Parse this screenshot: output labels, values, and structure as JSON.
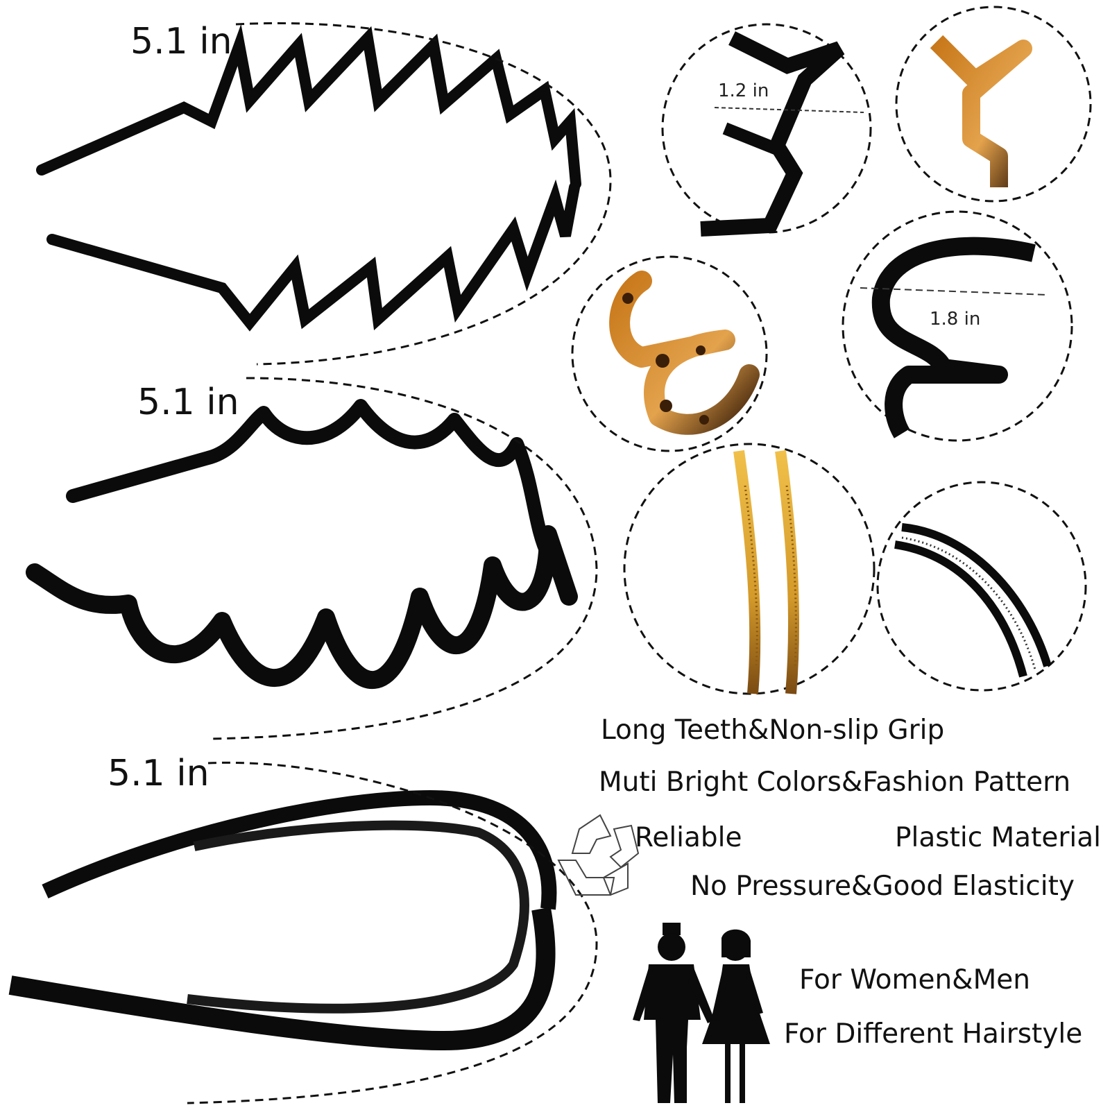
{
  "dimensions": {
    "band_1": "5.1 in",
    "band_2": "5.1 in",
    "band_3": "5.1 in",
    "tooth_width": "1.2 in",
    "wave_depth": "1.8 in"
  },
  "features": {
    "line_1": "Long Teeth&Non-slip Grip",
    "line_2": "Muti Bright Colors&Fashion Pattern",
    "line_3a": "Reliable",
    "line_3b": "Plastic Material",
    "line_4": "No Pressure&Good Elasticity",
    "line_5": "For Women&Men",
    "line_6": "For Different Hairstyle"
  },
  "icons": {
    "recycle": "recycle-icon",
    "people": "man-woman-icon"
  },
  "colors": {
    "band_black": "#0b0b0b",
    "tortoise_amber": "#c8781a",
    "tortoise_dark": "#3a1e08",
    "gold_band": "#d49a2a"
  }
}
